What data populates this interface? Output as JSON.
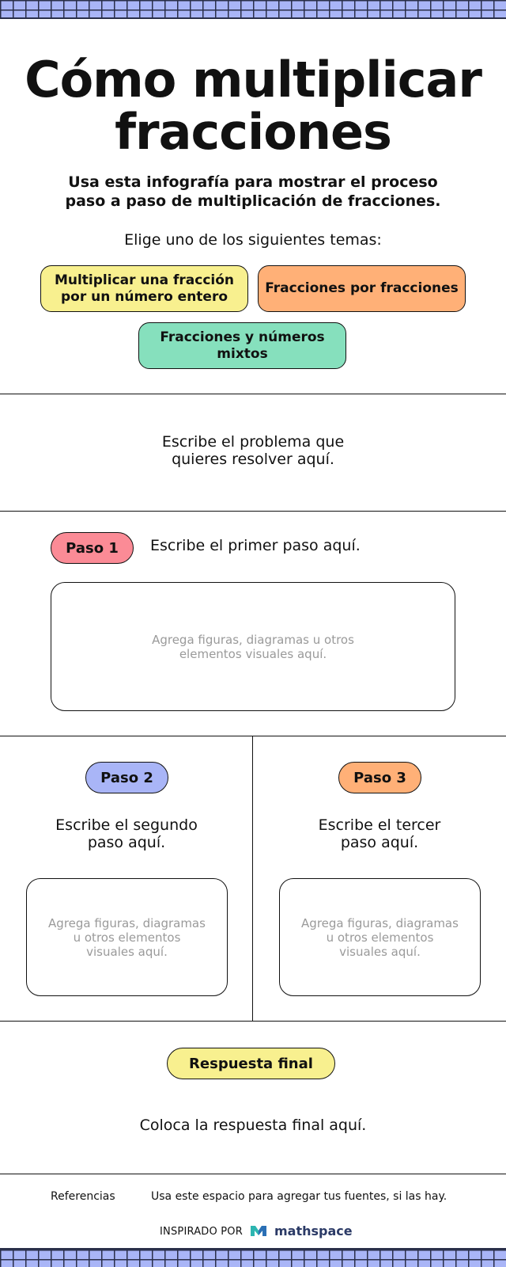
{
  "header": {
    "title_line1": "Cómo multiplicar",
    "title_line2": "fracciones",
    "subtitle_line1": "Usa esta infografía para mostrar el proceso",
    "subtitle_line2": "paso a paso de multiplicación de fracciones.",
    "choose_label": "Elige uno de los siguientes temas:"
  },
  "topics": [
    {
      "line1": "Multiplicar una fracción",
      "line2": "por un número entero"
    },
    {
      "line1": "Fracciones por fracciones",
      "line2": ""
    },
    {
      "line1": "Fracciones y números",
      "line2": "mixtos"
    }
  ],
  "problem": {
    "line1": "Escribe el problema que",
    "line2": "quieres resolver aquí."
  },
  "step1": {
    "badge": "Paso 1",
    "text": "Escribe el primer paso aquí.",
    "box_line1": "Agrega figuras, diagramas u otros",
    "box_line2": "elementos visuales aquí."
  },
  "step2": {
    "badge": "Paso 2",
    "text_line1": "Escribe el segundo",
    "text_line2": "paso aquí.",
    "box_line1": "Agrega figuras, diagramas",
    "box_line2": "u otros elementos",
    "box_line3": "visuales aquí."
  },
  "step3": {
    "badge": "Paso 3",
    "text_line1": "Escribe el tercer",
    "text_line2": "paso aquí.",
    "box_line1": "Agrega figuras, diagramas",
    "box_line2": "u otros elementos",
    "box_line3": "visuales aquí."
  },
  "final": {
    "badge": "Respuesta final",
    "text": "Coloca la respuesta final aquí."
  },
  "references": {
    "label": "Referencias",
    "text": "Usa este espacio para agregar tus fuentes, si las hay."
  },
  "footer": {
    "inspired_by": "INSPIRADO POR",
    "brand": "mathspace",
    "brand_color": "#2b3a66"
  },
  "colors": {
    "grid_band": "#a9b5f7",
    "yellow": "#f8f08f",
    "orange": "#ffb077",
    "green": "#86e0bd",
    "pink": "#fb8b96",
    "blue": "#a9b5f7"
  }
}
